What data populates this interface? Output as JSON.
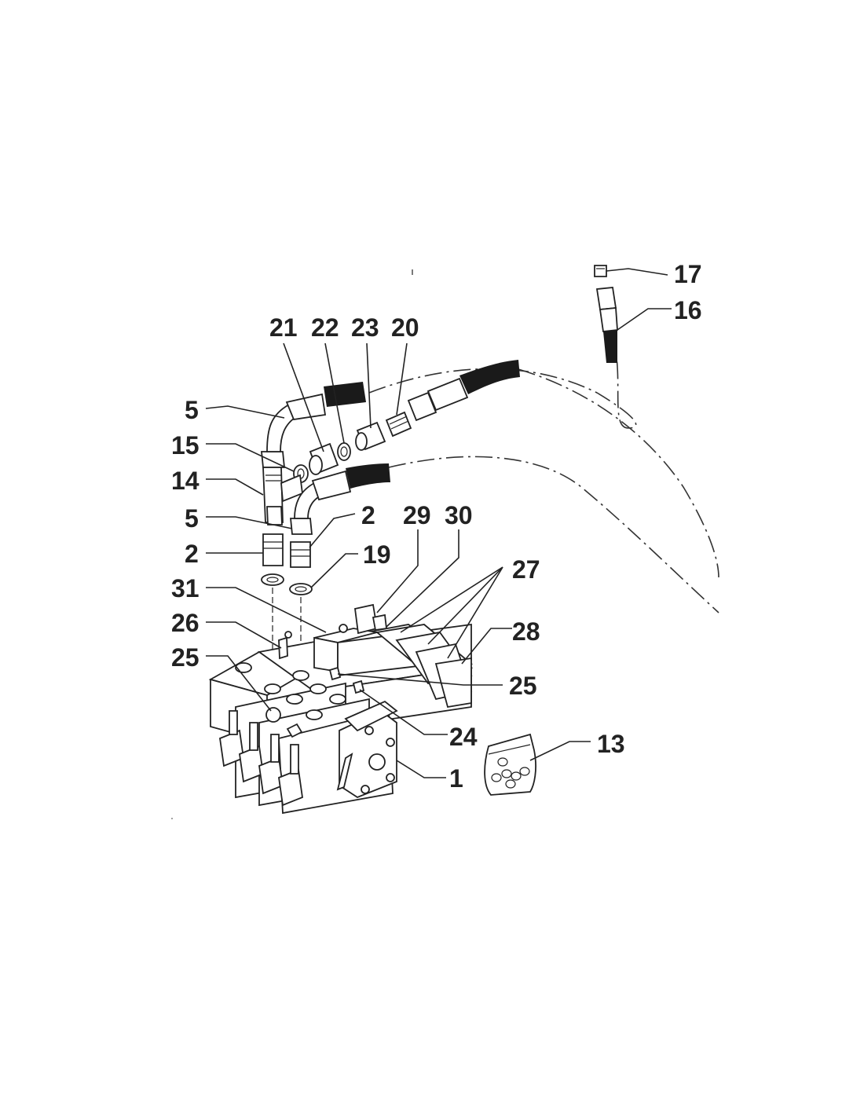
{
  "callouts": [
    "17",
    "16",
    "21",
    "22",
    "23",
    "20",
    "5",
    "15",
    "14",
    "5",
    "2",
    "2",
    "19",
    "29",
    "30",
    "27",
    "31",
    "26",
    "25",
    "28",
    "25",
    "24",
    "13",
    "1"
  ]
}
